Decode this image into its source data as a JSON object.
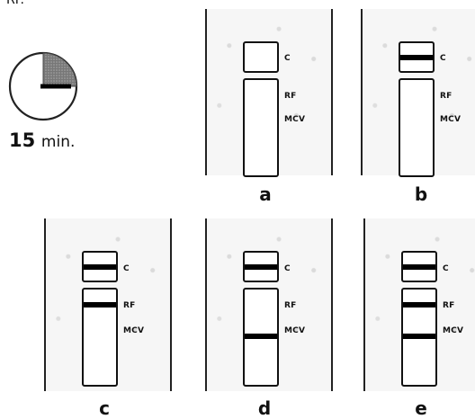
{
  "header": {
    "partial_text": "RF."
  },
  "timer": {
    "minutes": "15",
    "unit": "min.",
    "icon": "clock-icon"
  },
  "zones": {
    "c": "C",
    "rf": "RF",
    "mcv": "MCV"
  },
  "panels": [
    {
      "caption": "a",
      "bands": {
        "c": false,
        "rf": false,
        "mcv": false
      }
    },
    {
      "caption": "b",
      "bands": {
        "c": true,
        "rf": false,
        "mcv": false
      }
    },
    {
      "caption": "c",
      "bands": {
        "c": true,
        "rf": true,
        "mcv": false
      }
    },
    {
      "caption": "d",
      "bands": {
        "c": true,
        "rf": false,
        "mcv": true
      }
    },
    {
      "caption": "e",
      "bands": {
        "c": true,
        "rf": true,
        "mcv": true
      }
    }
  ]
}
